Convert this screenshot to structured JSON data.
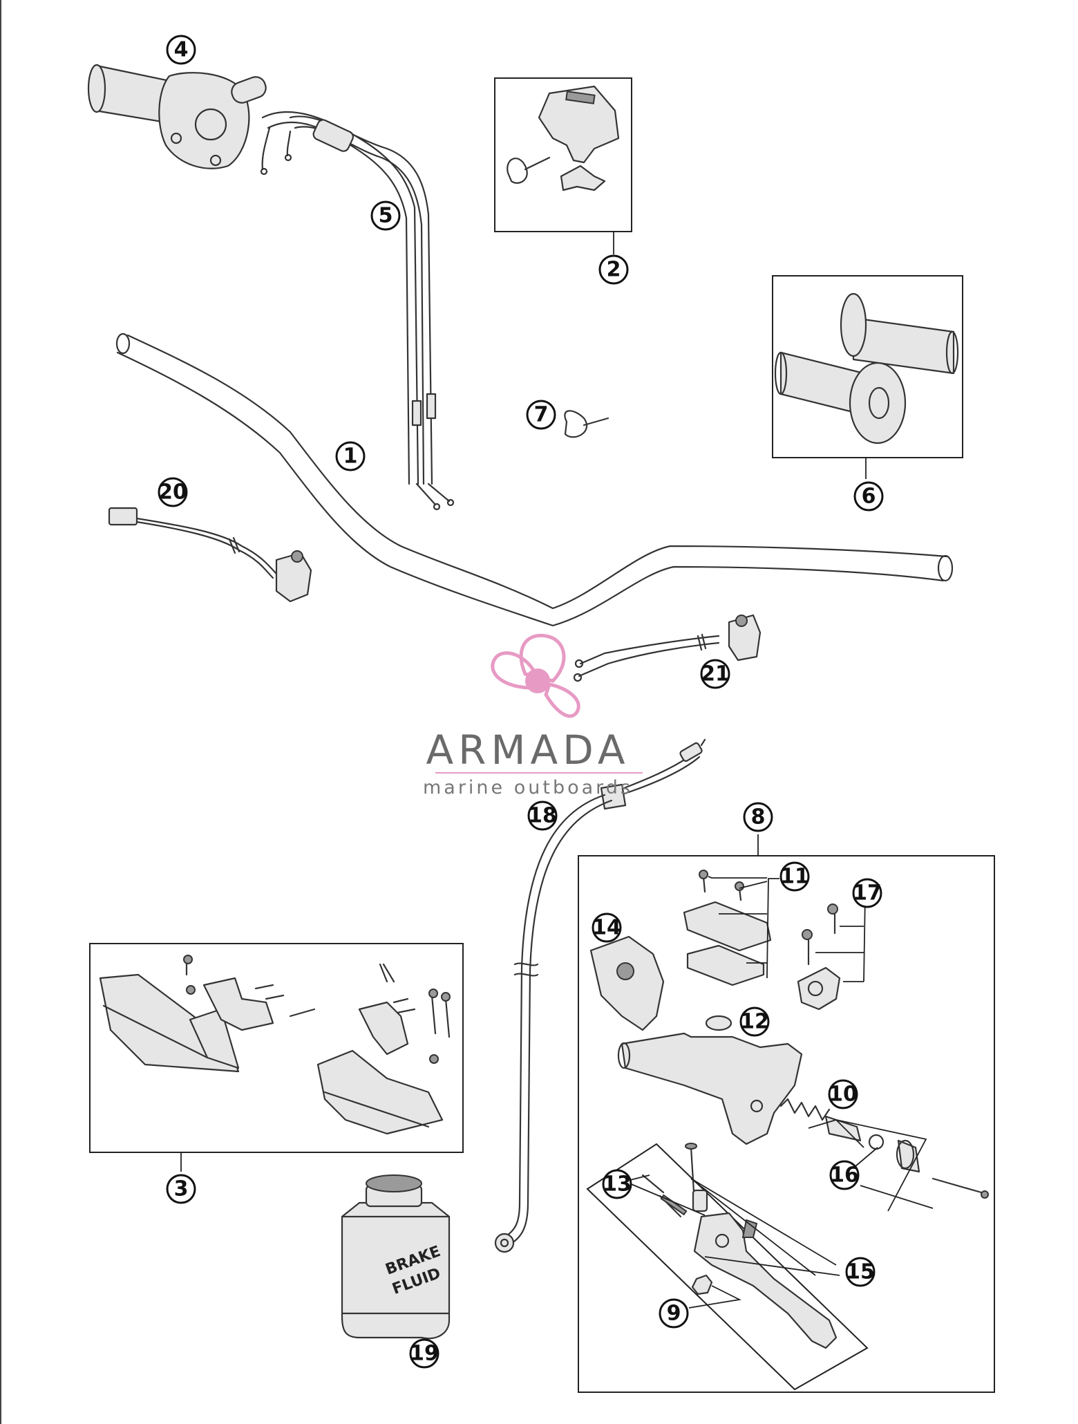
{
  "callouts": [
    {
      "id": "1",
      "text": "1"
    },
    {
      "id": "2",
      "text": "2"
    },
    {
      "id": "3",
      "text": "3"
    },
    {
      "id": "4",
      "text": "4"
    },
    {
      "id": "5",
      "text": "5"
    },
    {
      "id": "6",
      "text": "6"
    },
    {
      "id": "7",
      "text": "7"
    },
    {
      "id": "8",
      "text": "8"
    },
    {
      "id": "9",
      "text": "9"
    },
    {
      "id": "10",
      "text": "10"
    },
    {
      "id": "11",
      "text": "11"
    },
    {
      "id": "12",
      "text": "12"
    },
    {
      "id": "13",
      "text": "13"
    },
    {
      "id": "14",
      "text": "14"
    },
    {
      "id": "15",
      "text": "15"
    },
    {
      "id": "16",
      "text": "16"
    },
    {
      "id": "17",
      "text": "17"
    },
    {
      "id": "18",
      "text": "18"
    },
    {
      "id": "19",
      "text": "19"
    },
    {
      "id": "20",
      "text": "20"
    },
    {
      "id": "21",
      "text": "21"
    }
  ],
  "logo": {
    "name": "ARMADA",
    "tagline": "marine outboards",
    "accent_color": "#e79ac4",
    "icon": "propeller-icon"
  },
  "brake_fluid_can": {
    "line1": "BRAKE",
    "line2": "FLUID"
  }
}
